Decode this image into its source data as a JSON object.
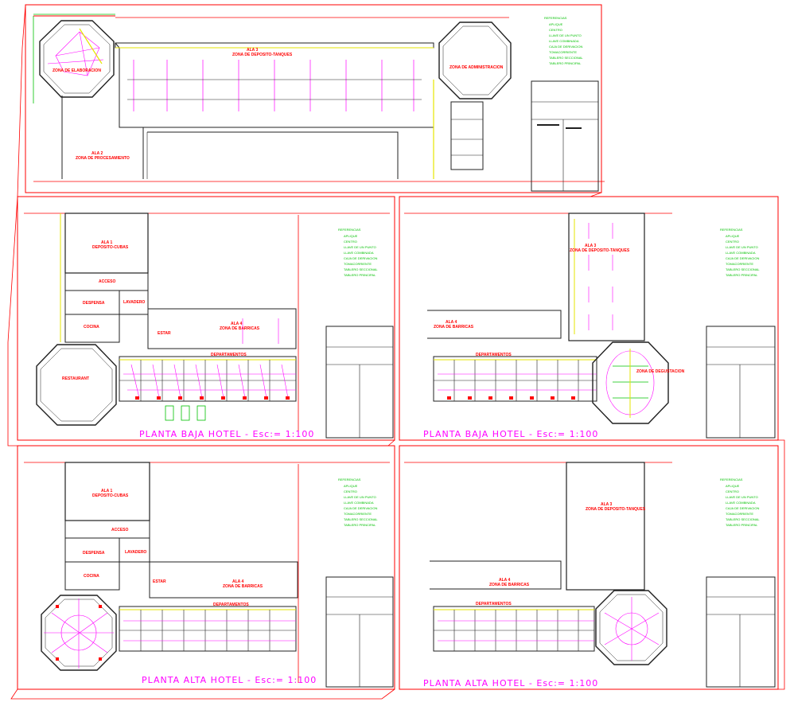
{
  "colors": {
    "border": "#ff0000",
    "wall": "#202020",
    "pipe": "#ff00ff",
    "main_line": "#e6e600",
    "legend": "#00c000",
    "label": "#ff0000"
  },
  "panels": {
    "top": {
      "labels": {
        "zona_elab": "ZONA DE ELABORACION",
        "ala3": "ALA 3",
        "ala3_sub": "ZONA DE DEPOSITO-TANQUES",
        "zona_admin": "ZONA DE ADMINISTRACION",
        "ala2": "ALA 2",
        "ala2_sub": "ZONA DE PROCESAMIENTO"
      }
    },
    "p1": {
      "title": "PLANTA BAJA HOTEL - Esc:= 1:100",
      "labels": {
        "ala1": "ALA 1",
        "ala1_sub": "DEPOSITO-CUBAS",
        "acceso": "ACCESO",
        "despensa": "DESPENSA",
        "lavadero": "LAVADERO",
        "cocina": "COCINA",
        "ala4": "ALA 4",
        "ala4_sub": "ZONA DE BARRICAS",
        "deptos": "DEPARTAMENTOS",
        "restaurant": "RESTAURANT",
        "estar": "ESTAR"
      }
    },
    "p2": {
      "title": "PLANTA BAJA HOTEL - Esc:= 1:100",
      "labels": {
        "ala3": "ALA 3",
        "ala3_sub": "ZONA DE DEPOSITO-TANQUES",
        "ala4": "ALA 4",
        "ala4_sub": "ZONA DE BARRICAS",
        "deptos": "DEPARTAMENTOS",
        "zona_deg": "ZONA DE DEGUSTACION"
      }
    },
    "p3": {
      "title": "PLANTA ALTA HOTEL - Esc:= 1:100",
      "labels": {
        "ala1": "ALA 1",
        "ala1_sub": "DEPOSITO-CUBAS",
        "acceso": "ACCESO",
        "despensa": "DESPENSA",
        "lavadero": "LAVADERO",
        "cocina": "COCINA",
        "ala4": "ALA 4",
        "ala4_sub": "ZONA DE BARRICAS",
        "deptos": "DEPARTAMENTOS",
        "estar": "ESTAR"
      }
    },
    "p4": {
      "title": "PLANTA ALTA HOTEL - Esc:= 1:100",
      "labels": {
        "ala3": "ALA 3",
        "ala3_sub": "ZONA DE DEPOSITO-TANQUES",
        "ala4": "ALA 4",
        "ala4_sub": "ZONA DE BARRICAS",
        "deptos": "DEPARTAMENTOS"
      }
    }
  },
  "legend": {
    "heading": "REFERENCIAS",
    "items": [
      "APLIQUE",
      "CENTRO",
      "LLAVE DE UN PUNTO",
      "LLAVE COMBINADA",
      "CAJA DE DERIVACION",
      "TOMACORRIENTE",
      "TABLERO SECCIONAL",
      "TABLERO PRINCIPAL"
    ]
  }
}
